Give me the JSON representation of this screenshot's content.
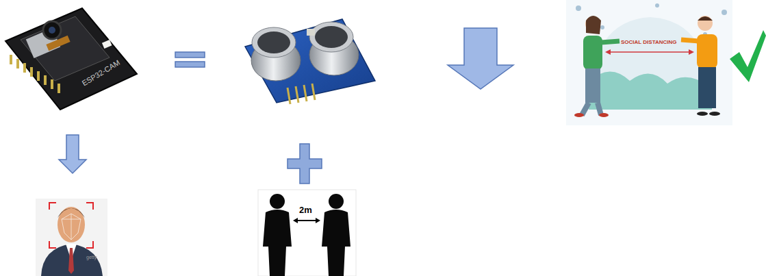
{
  "diagram": {
    "labels": [
      "ESP32-CAM",
      "SOCIAL DISTANCING",
      "2m",
      "getty"
    ]
  }
}
